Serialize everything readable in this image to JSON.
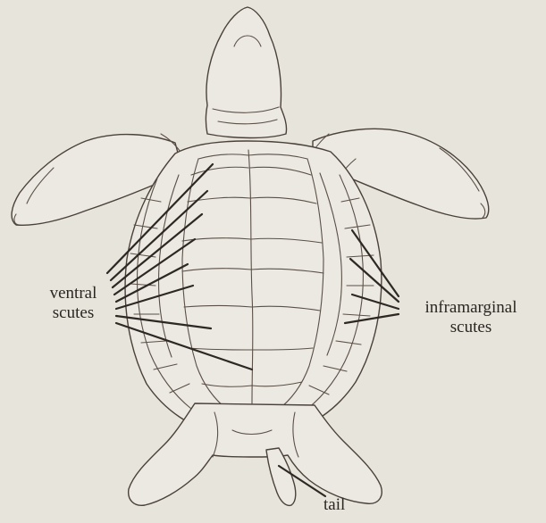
{
  "figure": {
    "labels": {
      "ventral_scutes": [
        "ventral",
        "scutes"
      ],
      "inframarginal_scutes": [
        "inframarginal",
        "scutes"
      ],
      "tail": "tail"
    }
  }
}
